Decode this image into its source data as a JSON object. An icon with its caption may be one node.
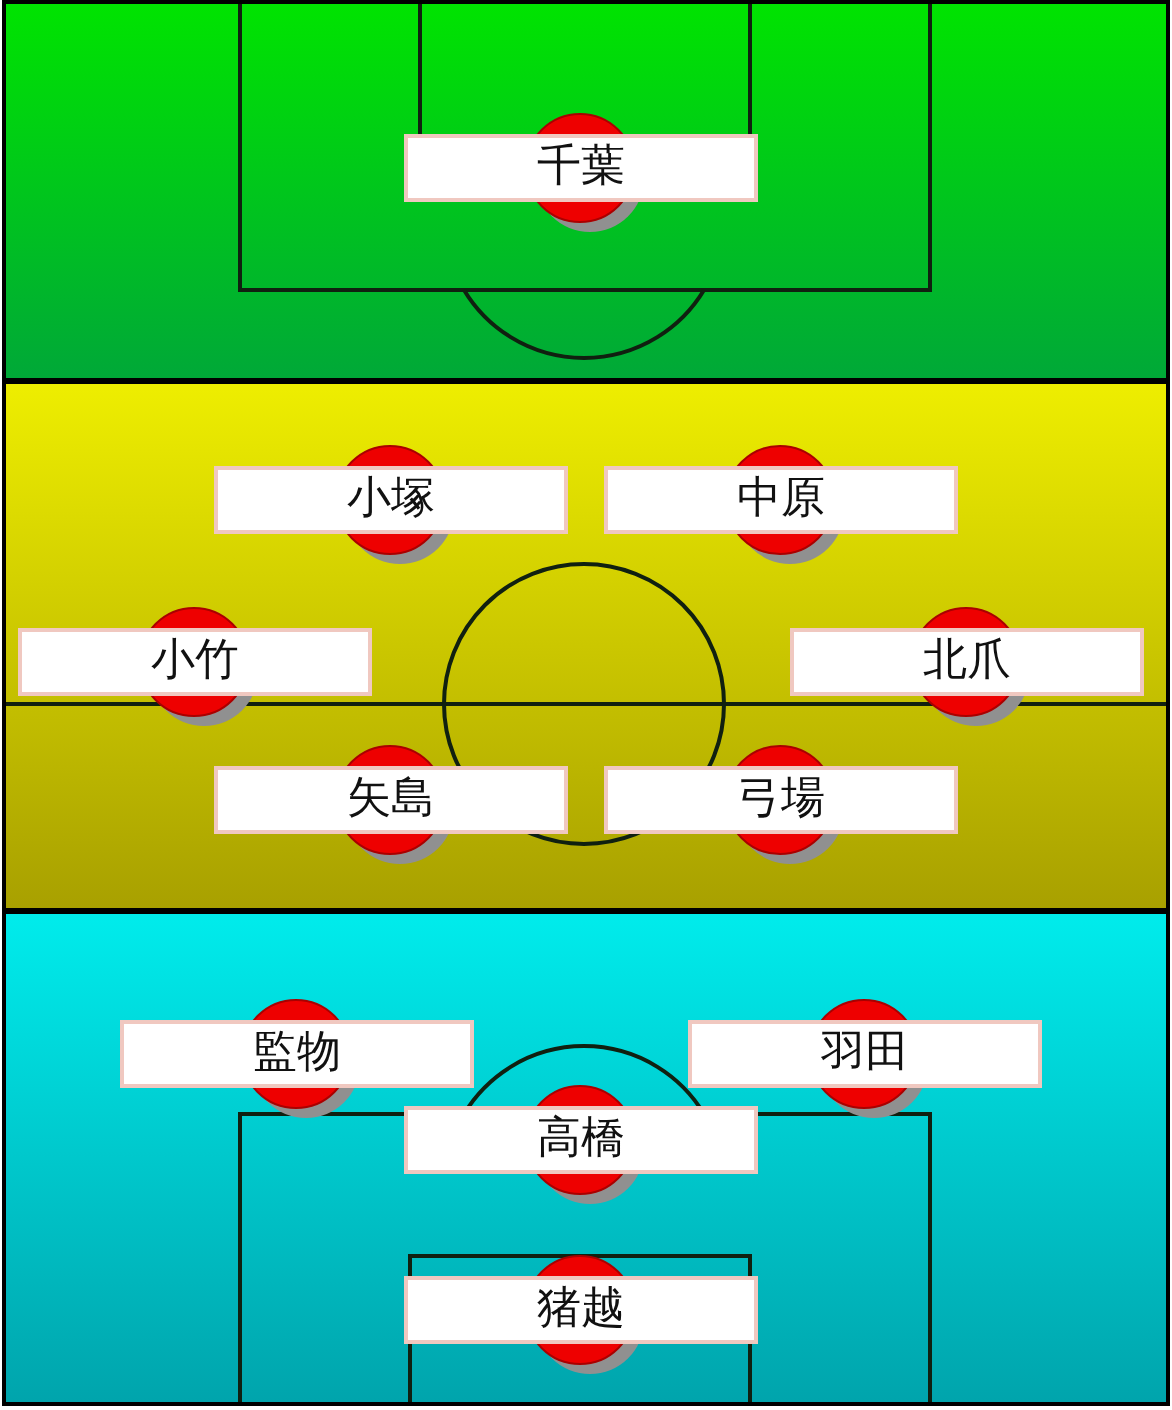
{
  "diagram": {
    "nodes": [
      {
        "text": [
          "千葉"
        ]
      },
      {
        "text": [
          "小塚"
        ]
      },
      {
        "text": [
          "中原"
        ]
      },
      {
        "text": [
          "小竹"
        ]
      },
      {
        "text": [
          "北爪"
        ]
      },
      {
        "text": [
          "矢島"
        ]
      },
      {
        "text": [
          "弓場"
        ]
      },
      {
        "text": [
          "監物"
        ]
      },
      {
        "text": [
          "羽田"
        ]
      },
      {
        "text": [
          "高橋"
        ]
      },
      {
        "text": [
          "猪越"
        ]
      }
    ]
  }
}
